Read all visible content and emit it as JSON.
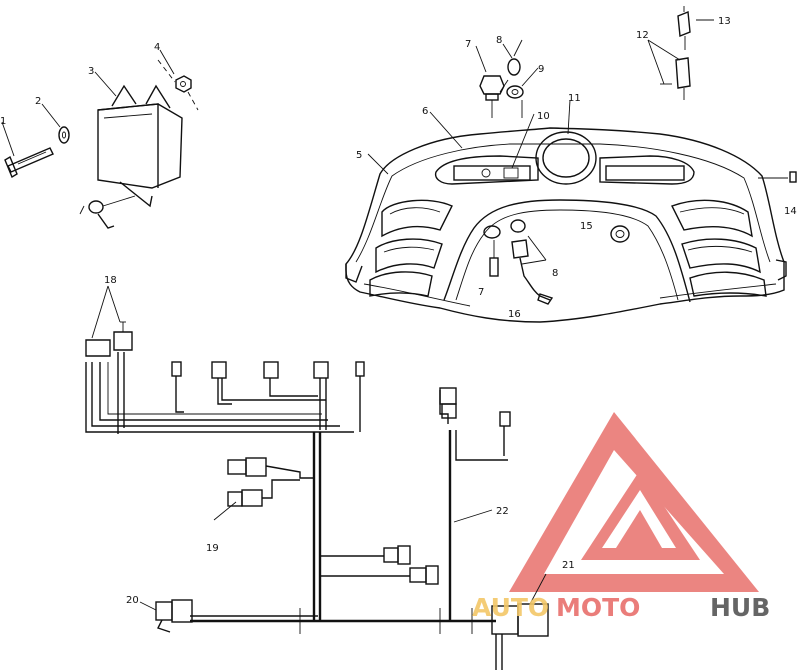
{
  "callouts": {
    "c1": "1",
    "c2": "2",
    "c3": "3",
    "c4": "4",
    "c5": "5",
    "c6": "6",
    "c7a": "7",
    "c7b": "7",
    "c8a": "8",
    "c8b": "8",
    "c9": "9",
    "c10": "10",
    "c11": "11",
    "c12": "12",
    "c13": "13",
    "c14": "14",
    "c15": "15",
    "c16": "16",
    "c18": "18",
    "c19": "19",
    "c20": "20",
    "c21": "21",
    "c22": "22"
  },
  "watermark": {
    "part1": "AUTO",
    "part2": "MOTO",
    "part3": "HUB",
    "color_red": "#e8706c",
    "color_yellow": "#f3c768",
    "color_dark": "#555555"
  }
}
